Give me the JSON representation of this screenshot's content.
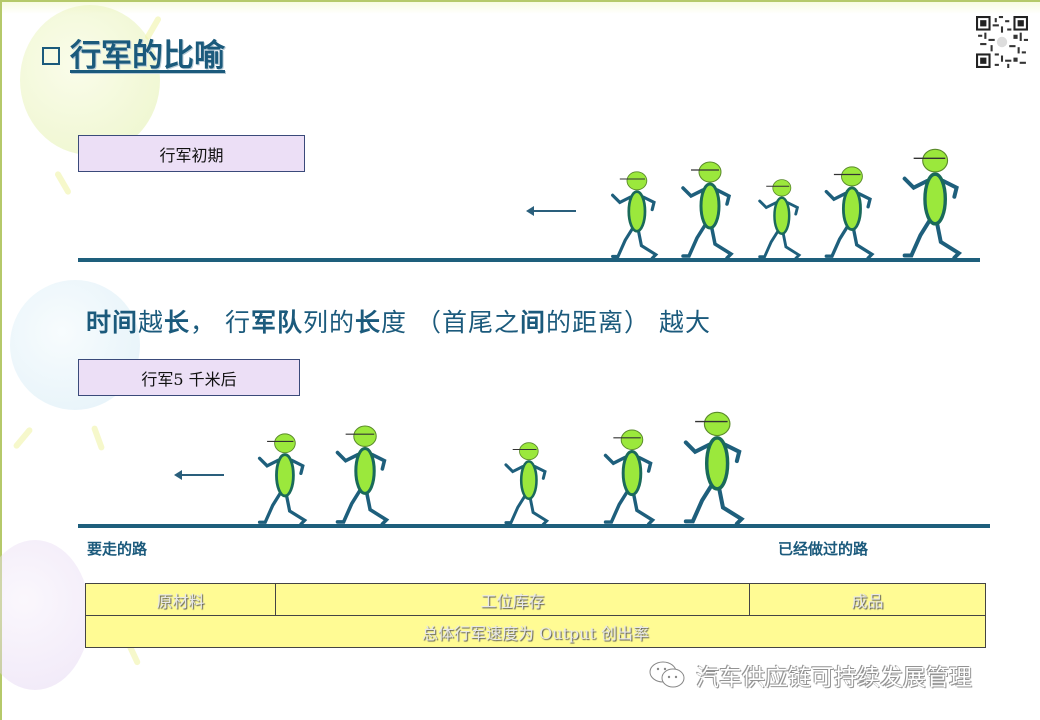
{
  "slide": {
    "title": "行军的比喻",
    "title_bullet_icon": "square-outline-icon",
    "qr_code_icon": "qr-code-icon"
  },
  "stage1": {
    "label": "行军初期",
    "direction_icon": "arrow-left-icon",
    "walkers": 5
  },
  "statement": {
    "parts": [
      {
        "text": "时间",
        "bold": true
      },
      {
        "text": "越",
        "bold": false
      },
      {
        "text": "长",
        "bold": true
      },
      {
        "text": "，  行",
        "bold": false
      },
      {
        "text": "军队",
        "bold": true
      },
      {
        "text": "列的",
        "bold": false
      },
      {
        "text": "长",
        "bold": true
      },
      {
        "text": "度 （首尾之",
        "bold": false
      },
      {
        "text": "间",
        "bold": true
      },
      {
        "text": "的距离） 越大",
        "bold": false
      }
    ]
  },
  "stage2": {
    "label": "行军5 千米后",
    "direction_icon": "arrow-left-icon",
    "walkers": 5
  },
  "road_labels": {
    "ahead": "要走的路",
    "behind": "已经做过的路"
  },
  "inventory_table": {
    "row1": [
      "原材料",
      "工位库存",
      "成品"
    ],
    "row2": "总体行军速度为 Output 创出率"
  },
  "watermark": {
    "icon": "wechat-icon",
    "text": "汽车供应链可持续发展管理"
  },
  "colors": {
    "primary": "#1b5a7c",
    "road": "#1e5f7c",
    "walker_fill": "#9be83c",
    "walker_outline": "#1a6a5a",
    "label_bg": "#ecdff6",
    "table_bg": "#fffb94",
    "frame": "#b5c96a"
  }
}
